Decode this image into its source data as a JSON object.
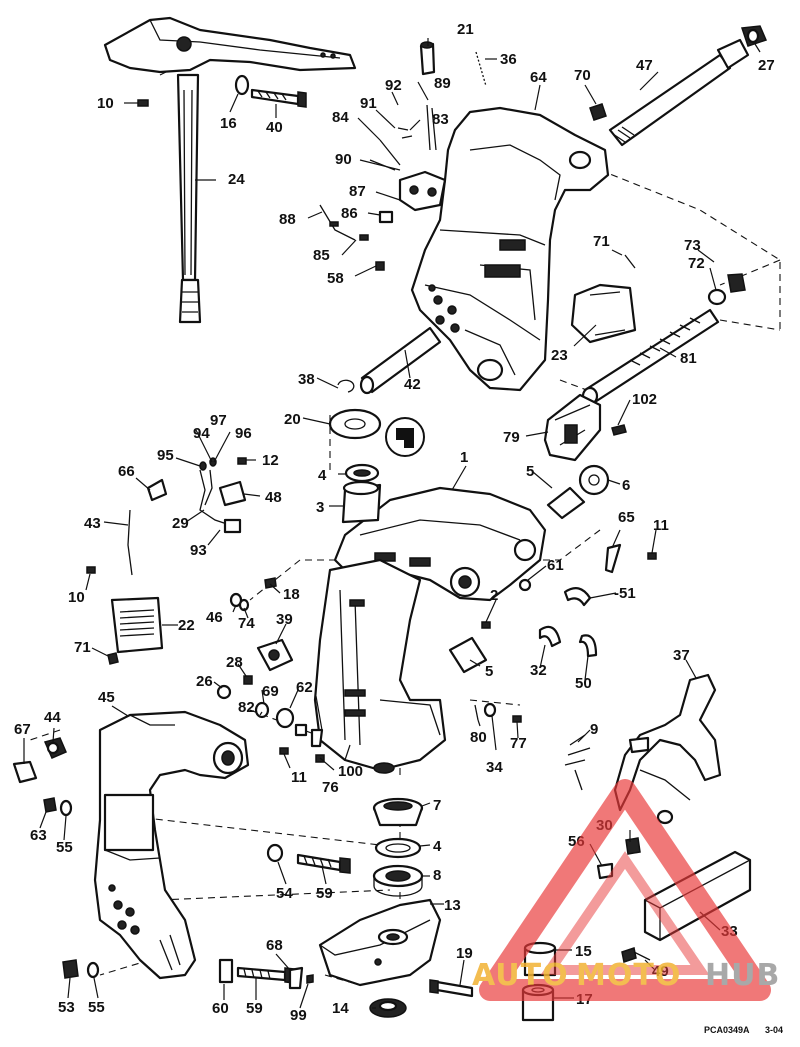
{
  "diagram": {
    "labels": {
      "n1": "1",
      "n2": "2",
      "n3": "3",
      "n4a": "4",
      "n4b": "4",
      "n5a": "5",
      "n5b": "5",
      "n6": "6",
      "n7": "7",
      "n8": "8",
      "n9": "9",
      "n10a": "10",
      "n10b": "10",
      "n11a": "11",
      "n11b": "11",
      "n12": "12",
      "n13": "13",
      "n14": "14",
      "n15": "15",
      "n16": "16",
      "n17": "17",
      "n18": "18",
      "n19": "19",
      "n20": "20",
      "n21": "21",
      "n22": "22",
      "n23": "23",
      "n24": "24",
      "n26": "26",
      "n27": "27",
      "n28": "28",
      "n29": "29",
      "n30": "30",
      "n32": "32",
      "n33": "33",
      "n34": "34",
      "n36": "36",
      "n37": "37",
      "n38": "38",
      "n39": "39",
      "n40": "40",
      "n42": "42",
      "n43": "43",
      "n44": "44",
      "n45": "45",
      "n46": "46",
      "n47": "47",
      "n48": "48",
      "n49": "49",
      "n50": "50",
      "n51": "-51",
      "n53a": "53",
      "n53b": "53",
      "n54": "54",
      "n55a": "55",
      "n55b": "55",
      "n56": "56",
      "n58": "58",
      "n59a": "59",
      "n59b": "59",
      "n60": "60",
      "n61": "61",
      "n62": "62",
      "n63": "63",
      "n64": "64",
      "n65": "65",
      "n66": "66",
      "n67": "67",
      "n68": "68",
      "n69": "69",
      "n70": "70",
      "n71a": "71",
      "n71b": "71",
      "n72": "72",
      "n73": "73",
      "n74": "74",
      "n76": "76",
      "n77": "77",
      "n79": "79",
      "n80": "80",
      "n81": "81",
      "n82": "82",
      "n83": "83",
      "n84": "84",
      "n85": "85",
      "n86": "86",
      "n87": "87",
      "n88": "88",
      "n89": "89",
      "n90": "90",
      "n91": "91",
      "n92": "92",
      "n93": "93",
      "n94": "94",
      "n95": "95",
      "n96": "96",
      "n97": "97",
      "n99": "99",
      "n100": "100",
      "n102": "102"
    },
    "figure_code": "PCA0349A",
    "figure_date": "3-04"
  },
  "watermark": {
    "text_part1": "AUTO",
    "text_part2": "MOTO",
    "text_part3": "HUB",
    "color_red": "#e83a3a",
    "color_orange": "#f2b233",
    "color_grey": "#9a9a9a"
  }
}
